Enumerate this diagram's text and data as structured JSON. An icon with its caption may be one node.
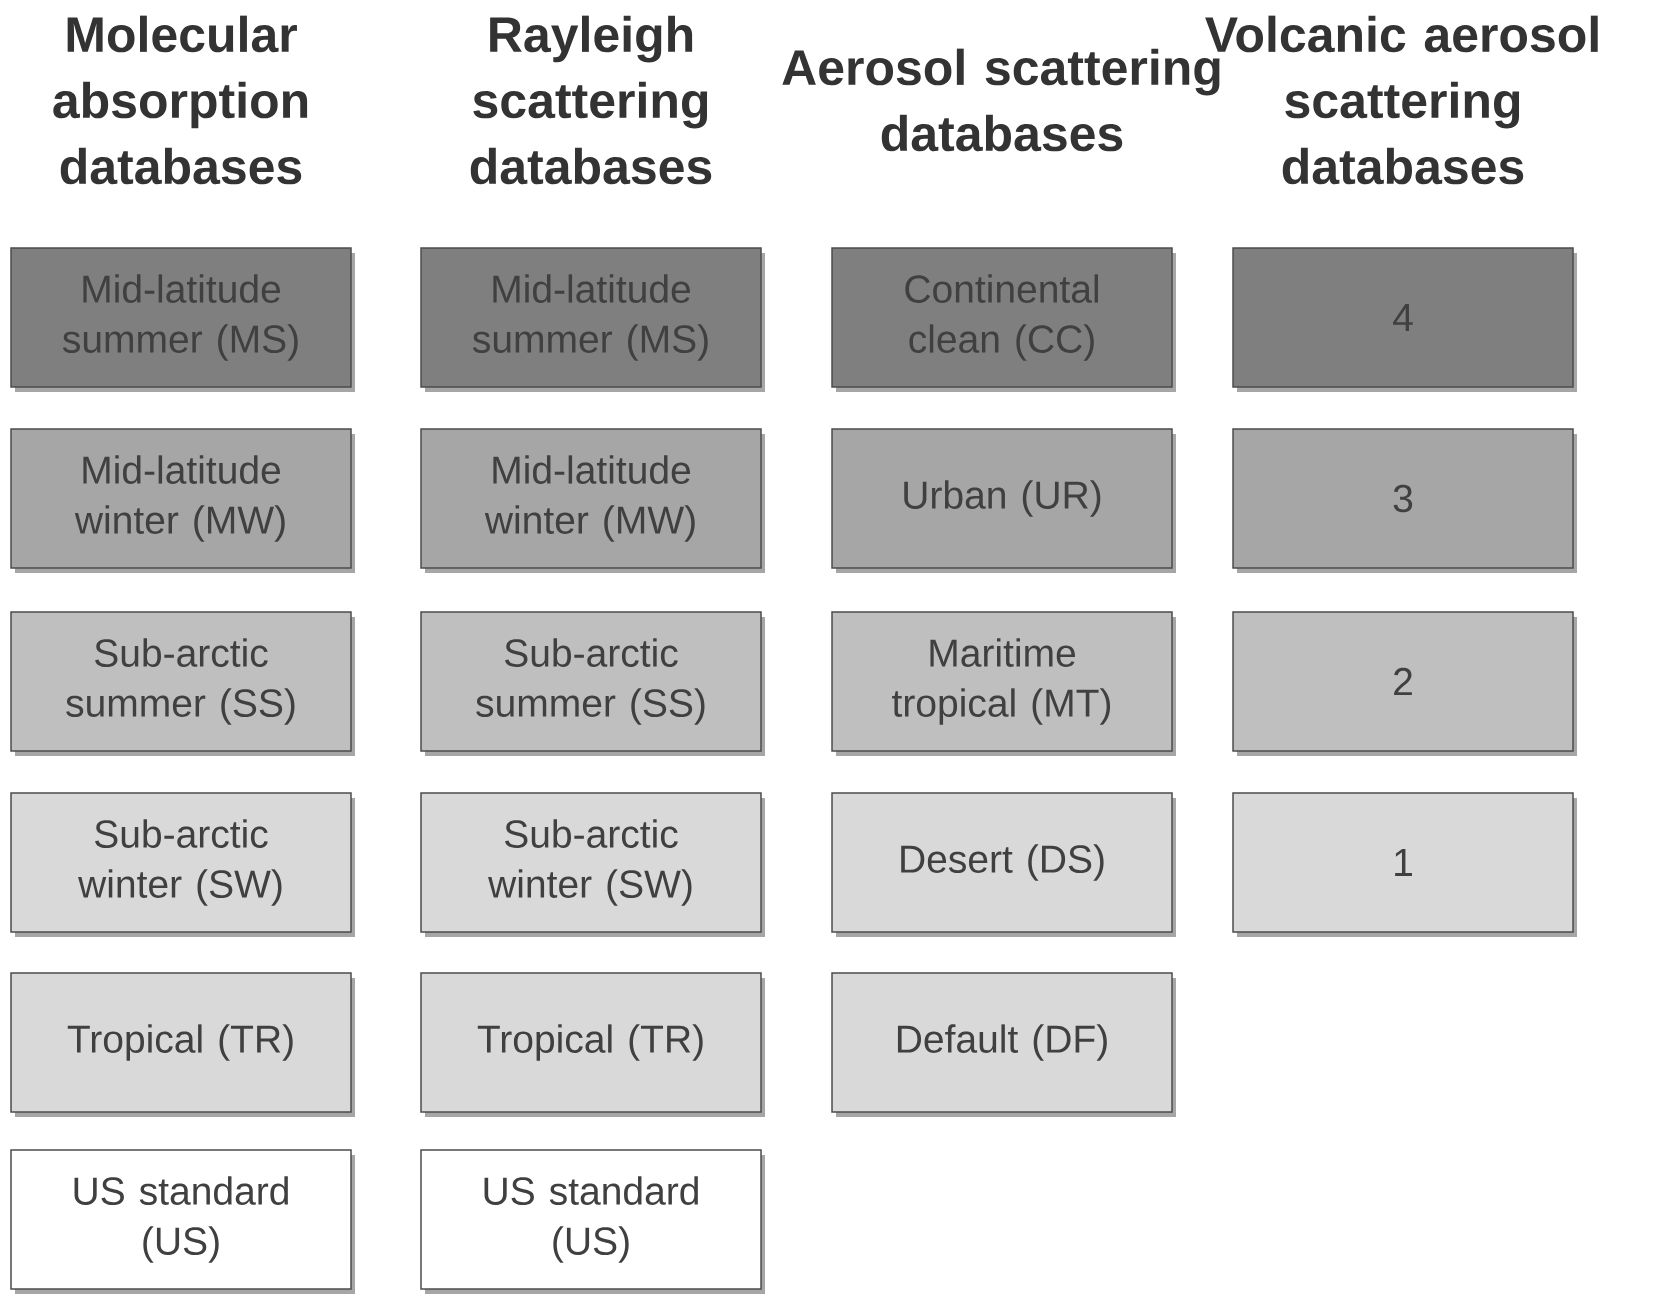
{
  "diagram": {
    "nodes": [
      {
        "text": [
          "Mid-latitude summer (MS)"
        ]
      },
      {
        "text": [
          "Mid-latitude winter (MW)"
        ]
      },
      {
        "text": [
          "Sub-arctic summer (SS)"
        ]
      },
      {
        "text": [
          "Sub-arctic winter (SW)"
        ]
      },
      {
        "text": [
          "Tropical (TR)"
        ]
      },
      {
        "text": [
          "US standard (US)"
        ]
      },
      {
        "text": [
          "Mid-latitude summer (MS)"
        ]
      },
      {
        "text": [
          "Mid-latitude winter (MW)"
        ]
      },
      {
        "text": [
          "Sub-arctic summer (SS)"
        ]
      },
      {
        "text": [
          "Sub-arctic winter (SW)"
        ]
      },
      {
        "text": [
          "Tropical (TR)"
        ]
      },
      {
        "text": [
          "US standard (US)"
        ]
      },
      {
        "text": [
          "Continental clean (CC)"
        ]
      },
      {
        "text": [
          "Urban (UR)"
        ]
      },
      {
        "text": [
          "Maritime tropical (MT)"
        ]
      },
      {
        "text": [
          "Desert (DS)"
        ]
      },
      {
        "text": [
          "Default (DF)"
        ]
      },
      {
        "text": [
          "4"
        ]
      },
      {
        "text": [
          "3"
        ]
      },
      {
        "text": [
          "2"
        ]
      },
      {
        "text": [
          "1"
        ]
      }
    ],
    "labels": [
      "Molecular absorption databases",
      "Rayleigh scattering databases",
      "Aerosol scattering databases",
      "Volcanic aerosol scattering databases"
    ]
  }
}
